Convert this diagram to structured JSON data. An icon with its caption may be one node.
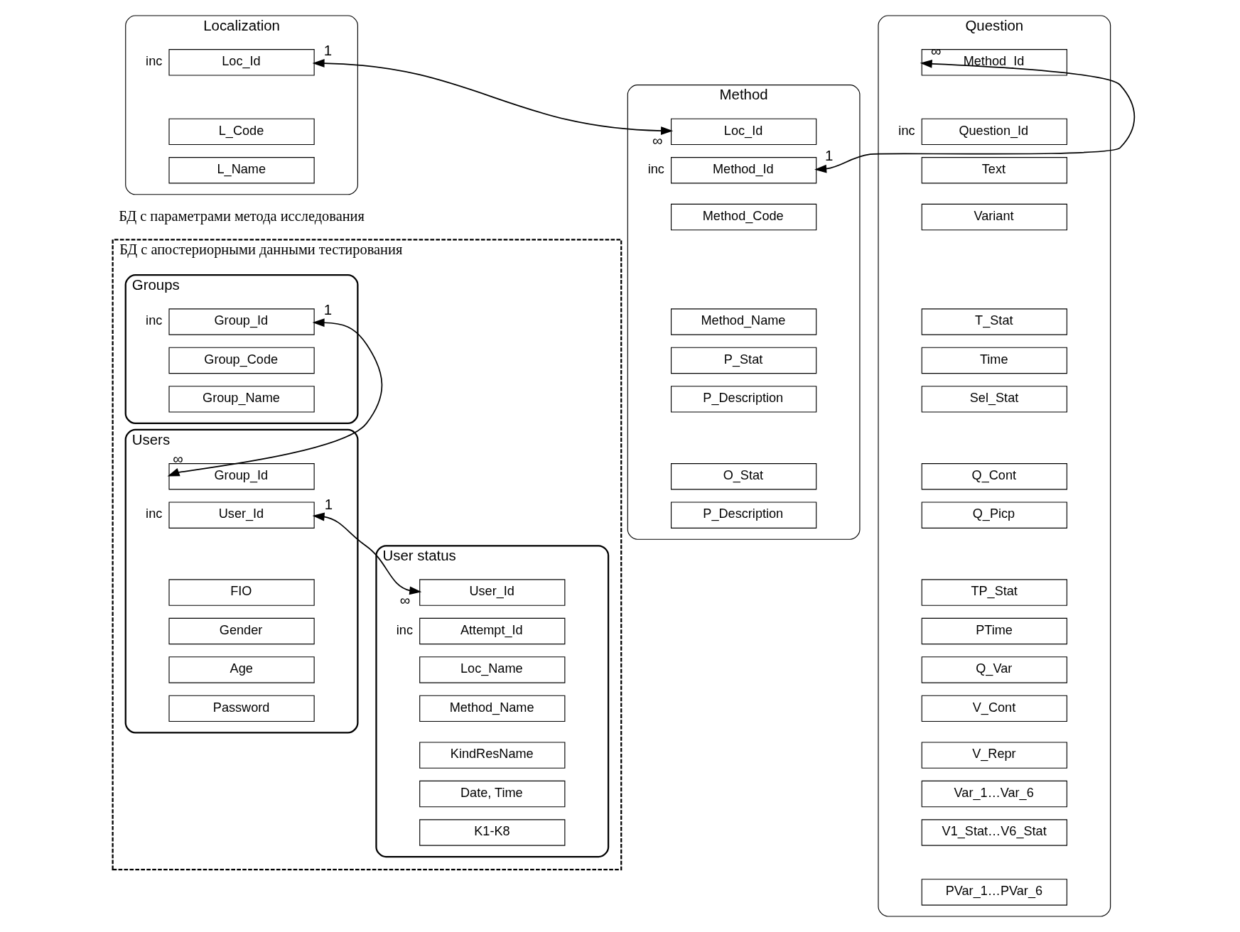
{
  "diagram": {
    "nodes": [
      {
        "text": [
          "Localization"
        ]
      },
      {
        "text": [
          "Loc_Id"
        ],
        "in": 0,
        "beside": [
          "inc"
        ]
      },
      {
        "text": [
          "L_Code"
        ],
        "in": 0
      },
      {
        "text": [
          "L_Name"
        ],
        "in": 0
      },
      {
        "text": [
          "Method"
        ]
      },
      {
        "text": [
          "Loc_Id"
        ],
        "in": 4
      },
      {
        "text": [
          "Method_Id"
        ],
        "in": 4,
        "beside": [
          "inc"
        ]
      },
      {
        "text": [
          "Method_Code"
        ],
        "in": 4
      },
      {
        "text": [
          "Method_Name"
        ],
        "in": 4
      },
      {
        "text": [
          "P_Stat"
        ],
        "in": 4
      },
      {
        "text": [
          "P_Description"
        ],
        "in": 4
      },
      {
        "text": [
          "O_Stat"
        ],
        "in": 4
      },
      {
        "text": [
          "P_Description"
        ],
        "in": 4
      },
      {
        "text": [
          "Question"
        ]
      },
      {
        "text": [
          "Method_Id"
        ],
        "in": 13
      },
      {
        "text": [
          "Question_Id"
        ],
        "in": 13,
        "beside": [
          "inc"
        ]
      },
      {
        "text": [
          "Text"
        ],
        "in": 13
      },
      {
        "text": [
          "Variant"
        ],
        "in": 13
      },
      {
        "text": [
          "T_Stat"
        ],
        "in": 13
      },
      {
        "text": [
          "Time"
        ],
        "in": 13
      },
      {
        "text": [
          "Sel_Stat"
        ],
        "in": 13
      },
      {
        "text": [
          "Q_Cont"
        ],
        "in": 13
      },
      {
        "text": [
          "Q_Picp"
        ],
        "in": 13
      },
      {
        "text": [
          "TP_Stat"
        ],
        "in": 13
      },
      {
        "text": [
          "PTime"
        ],
        "in": 13
      },
      {
        "text": [
          "Q_Var"
        ],
        "in": 13
      },
      {
        "text": [
          "V_Cont"
        ],
        "in": 13
      },
      {
        "text": [
          "V_Repr"
        ],
        "in": 13
      },
      {
        "text": [
          "Var_1…Var_6"
        ],
        "in": 13
      },
      {
        "text": [
          "V1_Stat…V6_Stat"
        ],
        "in": 13
      },
      {
        "text": [
          "PVar_1…PVar_6"
        ],
        "in": 13
      },
      {
        "text": [
          "БД с апостериорными данными тестирования"
        ]
      },
      {
        "text": [
          "Groups"
        ],
        "in": 31
      },
      {
        "text": [
          "Group_Id"
        ],
        "in": 32,
        "beside": [
          "inc"
        ]
      },
      {
        "text": [
          "Group_Code"
        ],
        "in": 32
      },
      {
        "text": [
          "Group_Name"
        ],
        "in": 32
      },
      {
        "text": [
          "User status"
        ],
        "in": 31
      },
      {
        "text": [
          "User_Id"
        ],
        "in": 36
      },
      {
        "text": [
          "Attempt_Id"
        ],
        "in": 36,
        "beside": [
          "inc"
        ]
      },
      {
        "text": [
          "Loc_Name"
        ],
        "in": 36
      },
      {
        "text": [
          "Method_Name"
        ],
        "in": 36
      },
      {
        "text": [
          "KindResName"
        ],
        "in": 36
      },
      {
        "text": [
          "Date, Time"
        ],
        "in": 36
      },
      {
        "text": [
          "K1-K8"
        ],
        "in": 36
      },
      {
        "text": [
          "Users"
        ],
        "in": 31
      },
      {
        "text": [
          "Group_Id"
        ],
        "in": 44
      },
      {
        "text": [
          "User_Id"
        ],
        "in": 44,
        "beside": [
          "inc"
        ]
      },
      {
        "text": [
          "FIO"
        ],
        "in": 44
      },
      {
        "text": [
          "Gender"
        ],
        "in": 44
      },
      {
        "text": [
          "Age"
        ],
        "in": 44
      },
      {
        "text": [
          "Password"
        ],
        "in": 44
      }
    ],
    "edges": [
      {
        "from": 1,
        "to": 5,
        "arrow": "both"
      },
      {
        "from": 6,
        "to": 14,
        "arrow": "both"
      },
      {
        "from": 33,
        "to": 45,
        "arrow": "both"
      },
      {
        "from": 46,
        "to": 37,
        "arrow": "both"
      }
    ],
    "labels": [
      "1",
      "∞",
      "∞",
      "1",
      "БД с параметрами метода исследования",
      "1",
      "∞",
      "1",
      "∞"
    ]
  }
}
